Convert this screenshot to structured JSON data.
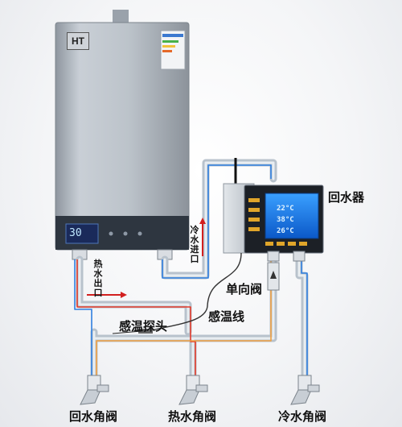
{
  "heater": {
    "brand": "HT",
    "display_value": "30"
  },
  "recirculator": {
    "label": "回水器",
    "readouts": [
      "22°C",
      "38°C",
      "26°C"
    ]
  },
  "labels": {
    "cold_inlet": "冷水进口",
    "hot_outlet": "热水出口",
    "check_valve": "单向阀",
    "temp_probe": "感温探头",
    "temp_wire": "感温线",
    "return_angle_valve": "回水角阀",
    "hot_angle_valve": "热水角阀",
    "cold_angle_valve": "冷水角阀"
  },
  "colors": {
    "hot_line": "#e23a2a",
    "cold_line": "#2f7fe0",
    "return_line": "#f0a040",
    "pipe": "#cfd6de",
    "pipe_edge": "#9aa6b2",
    "heater_body": "#b9c0c8",
    "display_bg": "#1a2a5a",
    "controller_screen": "#1f7ff0"
  }
}
